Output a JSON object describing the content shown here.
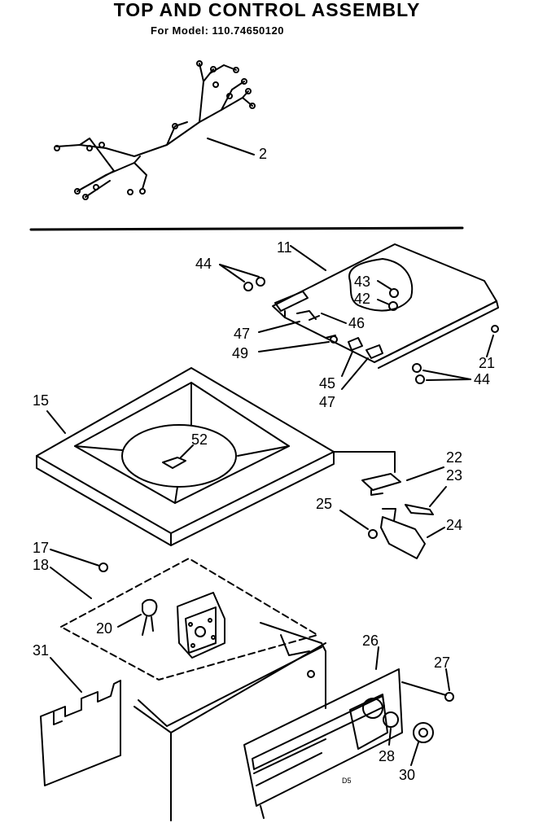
{
  "header": {
    "title": "TOP AND CONTROL ASSEMBLY",
    "model_line": "For Model: 110.74650120"
  },
  "parts": {
    "p2": "2",
    "p11": "11",
    "p15": "15",
    "p17": "17",
    "p18": "18",
    "p20": "20",
    "p21": "21",
    "p22": "22",
    "p23": "23",
    "p24": "24",
    "p25": "25",
    "p26": "26",
    "p27": "27",
    "p28": "28",
    "p30": "30",
    "p31": "31",
    "p42": "42",
    "p43": "43",
    "p44a": "44",
    "p44b": "44",
    "p45": "45",
    "p46": "46",
    "p47a": "47",
    "p47b": "47",
    "p49": "49",
    "p52": "52"
  },
  "footer_mark": "D5"
}
